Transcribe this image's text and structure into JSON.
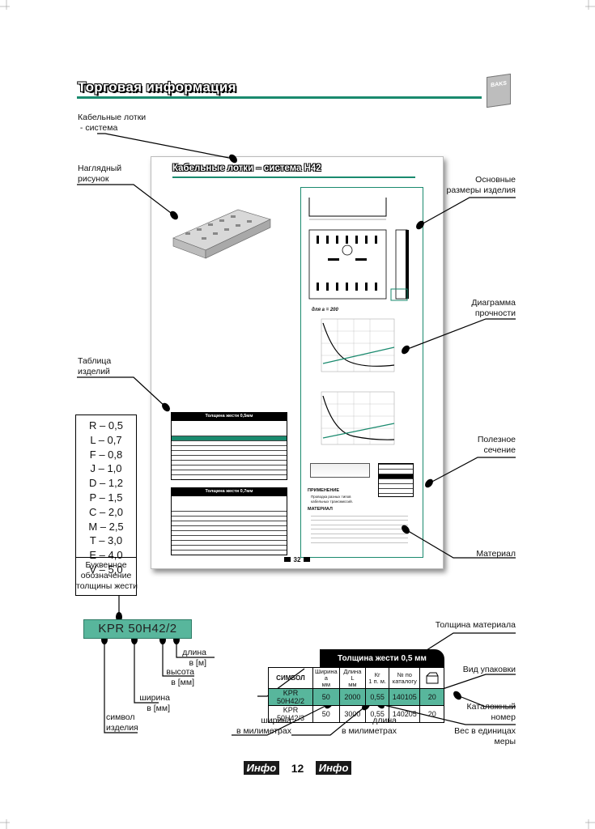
{
  "header": {
    "title": "Торговая информация"
  },
  "labels": {
    "cable_system": "Кабельные лотки\n - система",
    "visual": "Наглядный\nрисунок",
    "main_sizes": "Основные\nразмеры изделия",
    "strength": "Диаграмма\nпрочности",
    "product_table": "Таблица\nизделий",
    "useful_section": "Полезное\nсечение",
    "material": "Материал",
    "material_thickness": "Толщина материала",
    "package_type": "Вид упаковки",
    "catalog_no": "Каталожный\nномер",
    "weight_per_m": "Вес в единицах\nмеры",
    "length_mm": "длина\nв милиметрах",
    "width_mm": "ширина\nв милиметрах",
    "product_symbol": "символ\nизделия",
    "width_mm_short": "ширина\nв [мм]",
    "height_mm": "высота\nв [мм]",
    "length_m": "длина\nв [м]"
  },
  "inner_page": {
    "title": "Кабельные лотки – система H42",
    "for_a": "для а = 200",
    "page_number": "32",
    "table1_head": "Толщина жести 0,5мм",
    "table2_head": "Толщина жести 0,7мм",
    "usage_title": "ПРИМЕНЕНИЕ",
    "usage_text": "Проводка разных типов кабельных трансмиссий.",
    "material_title": "МАТЕРИАЛ"
  },
  "thickness_codes": [
    "R – 0,5",
    "L – 0,7",
    "F – 0,8",
    "J – 1,0",
    "D – 1,2",
    "P – 1,5",
    "C – 2,0",
    "M – 2,5",
    "T – 3,0",
    "E – 4,0",
    "V – 5,0"
  ],
  "thickness_caption": "Буквенное\nобозначение\nтолщины жести",
  "code": "KPR  50H42/2",
  "table": {
    "header": "Толщина жести 0,5 мм",
    "columns": [
      "СИМБОЛ",
      "Ширина\nа\nмм",
      "Длина\nL\nмм",
      "Кг\n1 п. м.",
      "№ по\nкаталогу",
      ""
    ],
    "rows": [
      [
        "KPR  50H42/2",
        "50",
        "2000",
        "0,55",
        "140105",
        "20"
      ],
      [
        "KPR  50H42/3",
        "50",
        "3000",
        "0,55",
        "140205",
        "20"
      ]
    ]
  },
  "footer": {
    "left": "Инфо",
    "page": "12",
    "right": "Инфо"
  },
  "colors": {
    "accent": "#1a8a6e",
    "code_bg": "#58b69c"
  }
}
